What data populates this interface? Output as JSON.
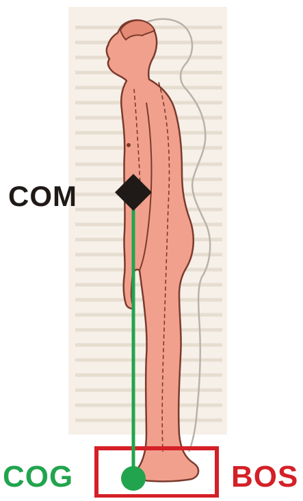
{
  "labels": {
    "com": "COM",
    "cog": "COG",
    "bos": "BOS"
  },
  "colors": {
    "com": "#1f1a17",
    "cog": "#22a44e",
    "bos": "#d42027",
    "body_fill": "#f2a08e",
    "outline": "#7a3a2c",
    "ghost_outline": "#b9b2aa",
    "paper": "#f6f0e8",
    "paper_text": "#e3d9cc"
  },
  "icons": {
    "com_marker": "diamond",
    "cog_marker": "circle",
    "bos_marker": "rectangle"
  }
}
